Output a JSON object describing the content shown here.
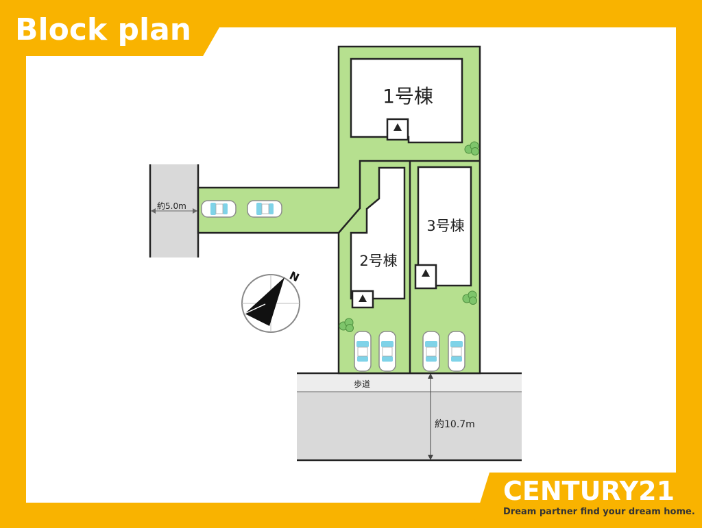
{
  "header": {
    "title": "Block plan"
  },
  "lots": {
    "lot1": "1号棟",
    "lot2": "2号棟",
    "lot3": "3号棟"
  },
  "labels": {
    "access_width": "約5.0m",
    "sidewalk": "歩道",
    "road_width": "約10.7m"
  },
  "compass": {
    "north": "N"
  },
  "brand": {
    "name": "CENTURY21",
    "tagline": "Dream partner find your dream home."
  },
  "colors": {
    "frame": "#F9B300",
    "lot": "#B6E08F",
    "road": "#D9D9D9",
    "sidewalk": "#EDEDED",
    "car": "#7FD3E8"
  }
}
